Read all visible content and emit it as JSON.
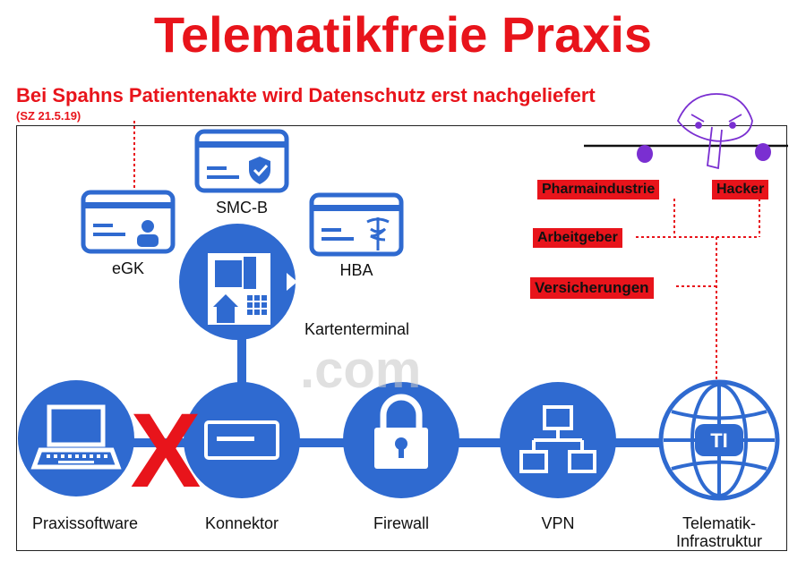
{
  "header": {
    "title": "Telematikfreie Praxis",
    "subtitle": "Bei Spahns Patientenakte wird Datenschutz erst nachgeliefert",
    "source": "(SZ 21.5.19)"
  },
  "cards": {
    "egk": "eGK",
    "smcb": "SMC-B",
    "hba": "HBA"
  },
  "nodes": {
    "kartenterminal": "Kartenterminal",
    "praxissoftware": "Praxissoftware",
    "konnektor": "Konnektor",
    "firewall": "Firewall",
    "vpn": "VPN",
    "telematik_line1": "Telematik-",
    "telematik_line2": "Infrastruktur",
    "ti_badge": "TI"
  },
  "threats": {
    "pharma": "Pharmaindustrie",
    "hacker": "Hacker",
    "arbeitgeber": "Arbeitgeber",
    "versicherungen": "Versicherungen"
  },
  "marks": {
    "cross": "X"
  },
  "watermark": {
    "domain": ".com"
  },
  "colors": {
    "node_blue": "#2f6ad0",
    "red": "#e8141b",
    "tag_red": "#e8141b",
    "villain": "#7a2fd1"
  }
}
